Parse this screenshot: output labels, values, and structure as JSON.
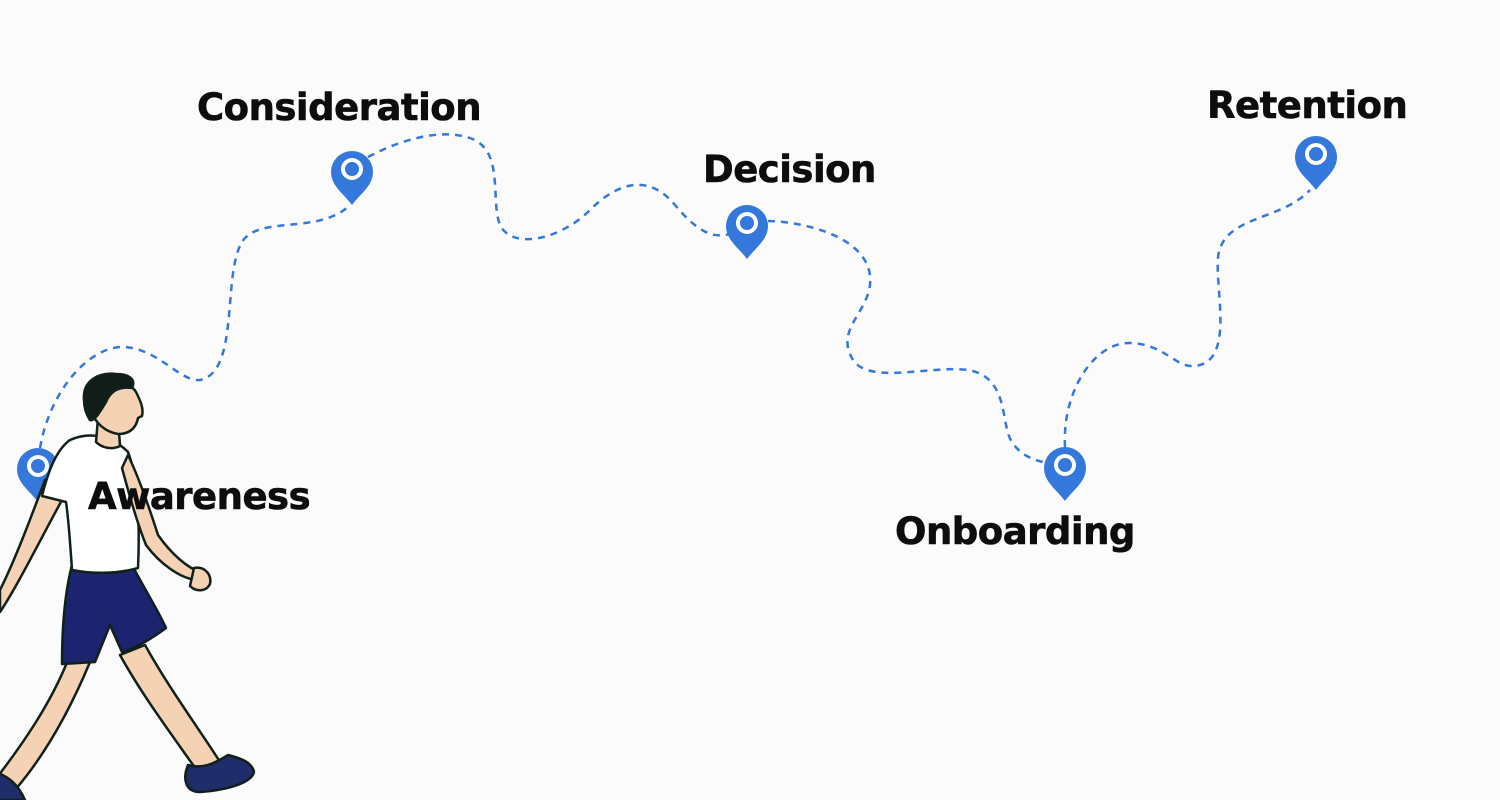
{
  "stages": [
    {
      "label": "Awareness"
    },
    {
      "label": "Consideration"
    },
    {
      "label": "Decision"
    },
    {
      "label": "Onboarding"
    },
    {
      "label": "Retention"
    }
  ],
  "colors": {
    "pin": "#3478dc",
    "path": "#3478dc",
    "text": "#0d0d0d",
    "background": "#fbfbfb",
    "shirt": "#ffffff",
    "shorts": "#1c2470",
    "skin": "#f6d2b4",
    "hair": "#111d18",
    "shoes": "#1f2d6a"
  },
  "icons": [
    "map-pin-icon",
    "walking-person-illustration"
  ]
}
